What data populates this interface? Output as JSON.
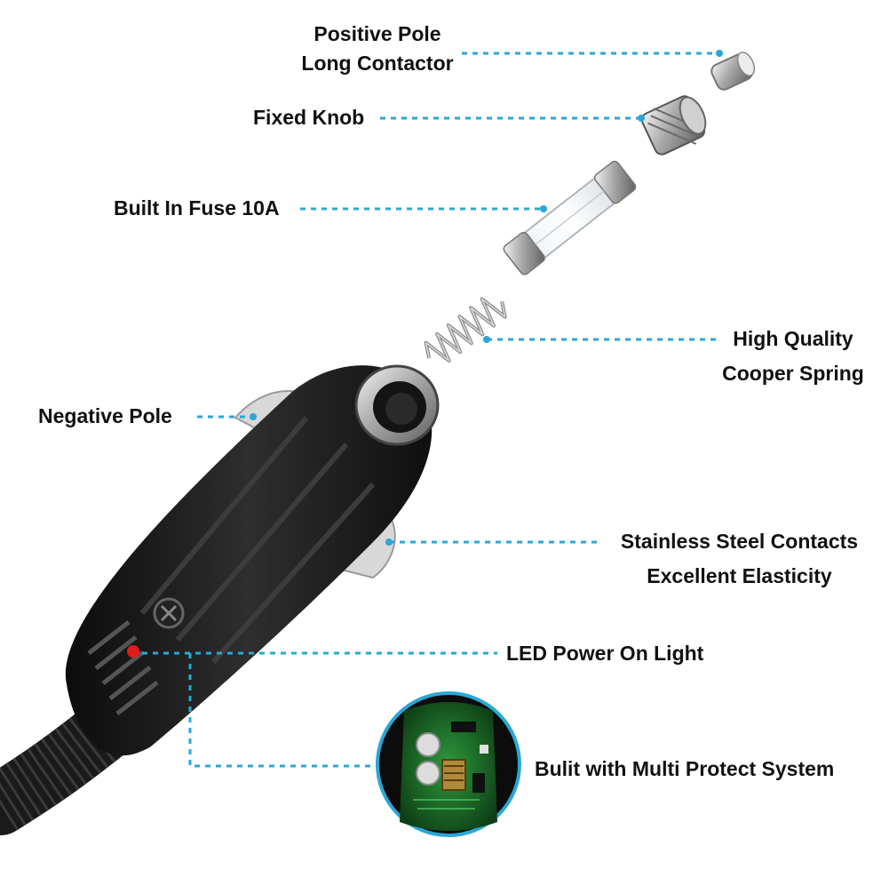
{
  "colors": {
    "leader": "#2aa7d6",
    "text": "#111111",
    "background": "#ffffff",
    "plug_body": "#1b1b1b",
    "led": "#e01b1b",
    "pcb": "#1f7a2e"
  },
  "labels": {
    "positive_pole": {
      "line1": "Positive Pole",
      "line2": "Long Contactor"
    },
    "fixed_knob": "Fixed Knob",
    "fuse": "Built In Fuse 10A",
    "spring": {
      "line1": "High Quality",
      "line2": "Cooper Spring"
    },
    "negative_pole": "Negative Pole",
    "steel_contacts": {
      "line1": "Stainless Steel Contacts",
      "line2": "Excellent Elasticity"
    },
    "led": "LED Power On Light",
    "protect": "Bulit with Multi Protect System"
  },
  "parts": [
    "positive-contact-icon",
    "fixed-knob-icon",
    "glass-fuse-icon",
    "copper-spring-icon",
    "plug-body-icon",
    "led-icon",
    "circuit-board-icon"
  ]
}
